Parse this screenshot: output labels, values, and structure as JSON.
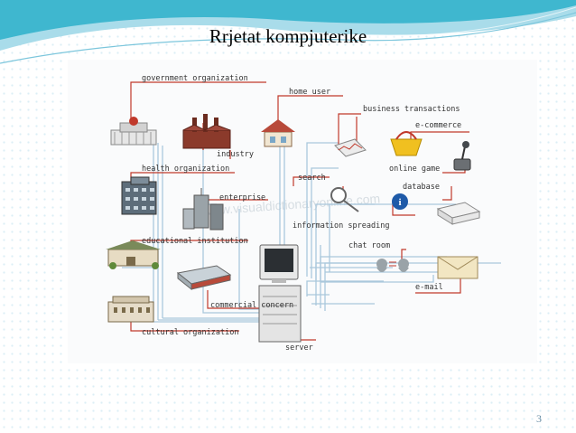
{
  "slide": {
    "title": "Rrjetat kompjuterike",
    "page_number": "3"
  },
  "diagram": {
    "watermark": "www.visualdictionaryonline.com",
    "labels": {
      "government_organization": "government organization",
      "home_user": "home user",
      "business_transactions": "business transactions",
      "e_commerce": "e-commerce",
      "industry": "industry",
      "health_organization": "health organization",
      "online_game": "online game",
      "search": "search",
      "database": "database",
      "enterprise": "enterprise",
      "information_spreading": "information spreading",
      "educational_institution": "educational institution",
      "chat_room": "chat room",
      "e_mail": "e-mail",
      "commercial_concern": "commercial concern",
      "cultural_organization": "cultural organization",
      "server": "server"
    },
    "colors": {
      "callout_line": "#c0392b",
      "network_line": "#aac8dc",
      "banner_teal": "#3fb7cf",
      "banner_light": "#a9dcea"
    }
  }
}
